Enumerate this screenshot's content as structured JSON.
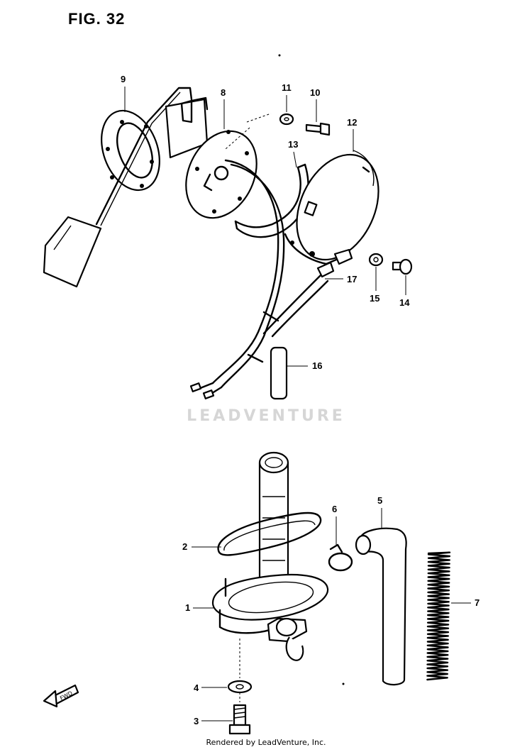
{
  "figure": {
    "title": "FIG. 32"
  },
  "watermark": "LEADVENTURE",
  "footer": {
    "credit": "Rendered by LeadVenture, Inc."
  },
  "direction_marker": {
    "text": "FWD"
  },
  "callouts": [
    "1",
    "2",
    "3",
    "4",
    "5",
    "6",
    "7",
    "8",
    "9",
    "10",
    "11",
    "12",
    "13",
    "14",
    "15",
    "16",
    "17"
  ]
}
